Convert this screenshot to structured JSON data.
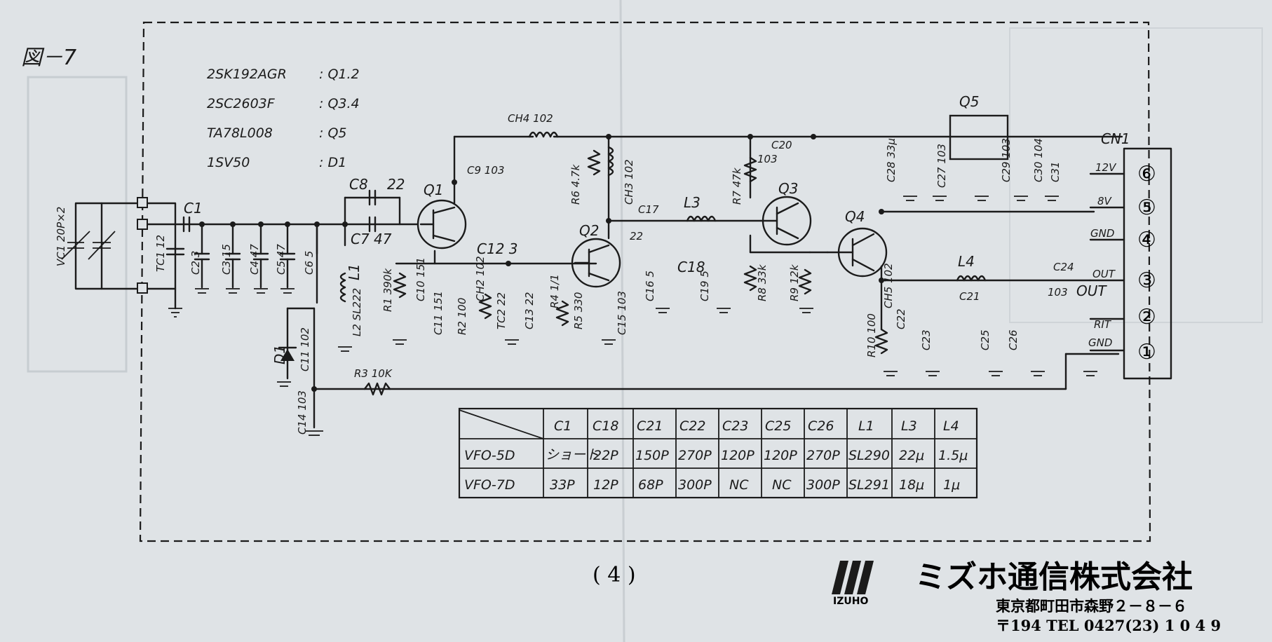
{
  "figure_label": "図－7",
  "page_number": "( 4 )",
  "parts_list": [
    {
      "part": "2SK192AGR",
      "ref": ": Q1.2"
    },
    {
      "part": "2SC2603F",
      "ref": ": Q3.4"
    },
    {
      "part": "TA78L008",
      "ref": ": Q5"
    },
    {
      "part": "1SV50",
      "ref": ": D1"
    }
  ],
  "components": {
    "vc1": "VC1 20P×2",
    "tc1": "TC1 12",
    "c1": "C1",
    "c2": "C2 3",
    "c3": "C3 15",
    "c4": "C4 47",
    "c5": "C5 47",
    "c6": "C6 5",
    "c7": "C7 47",
    "c8": "C8",
    "c8v": "22",
    "l1": "L1",
    "l2": "L2 SL222",
    "d1": "D1",
    "c11b": "C11 102",
    "c14": "C14 103",
    "r1": "R1 390k",
    "r2": "R2 100",
    "r3": "R3 10K",
    "c10": "C10 151",
    "c11": "C11 151",
    "ch2": "CH2 102",
    "c12": "C12 3",
    "tc2": "TC2 22",
    "c13": "C13 22",
    "r4": "R4 1/1",
    "r5": "R5 330",
    "c15": "C15 103",
    "q1": "Q1",
    "q2": "Q2",
    "q3": "Q3",
    "q4": "Q4",
    "q5": "Q5",
    "ch4": "CH4 102",
    "c9": "C9 103",
    "r6": "R6 4.7k",
    "ch3": "CH3 102",
    "c17": "C17",
    "c17v": "22",
    "l3": "L3",
    "c16": "C16 5",
    "c18": "C18",
    "c19": "C19 5",
    "r7": "R7 47k",
    "r8": "R8 33k",
    "r9": "R9 12k",
    "c20": "C20",
    "c20v": "103",
    "r10": "R10 100",
    "ch5": "CH5 102",
    "c22": "C22",
    "c23": "C23",
    "c21": "C21",
    "l4": "L4",
    "c25": "C25",
    "c26": "C26",
    "c24": "C24",
    "c24v": "103",
    "out": "OUT",
    "c28": "C28 33μ",
    "c27": "C27 103",
    "c29": "C29 103",
    "c30": "C30 104",
    "c31": "C31"
  },
  "connector": {
    "name": "CN1",
    "pins": [
      {
        "num": "⑥",
        "label": "12V"
      },
      {
        "num": "⑤",
        "label": "8V"
      },
      {
        "num": "④",
        "label": "GND"
      },
      {
        "num": "③",
        "label": "OUT"
      },
      {
        "num": "②",
        "label": "RIT"
      },
      {
        "num": "①",
        "label": "GND"
      }
    ]
  },
  "table": {
    "headers": [
      "",
      "C1",
      "C18",
      "C21",
      "C22",
      "C23",
      "C25",
      "C26",
      "L1",
      "L3",
      "L4"
    ],
    "rows": [
      [
        "VFO-5D",
        "ショート",
        "22P",
        "150P",
        "270P",
        "120P",
        "120P",
        "270P",
        "SL290",
        "22μ",
        "1.5μ"
      ],
      [
        "VFO-7D",
        "33P",
        "12P",
        "68P",
        "300P",
        "NC",
        "NC",
        "300P",
        "SL291",
        "18μ",
        "1μ"
      ]
    ]
  },
  "footer": {
    "brand_mark": "IZUHO",
    "company": "ミズホ通信株式会社",
    "address": "東京都町田市森野２－８－６",
    "postal_tel": "〒194 TEL 0427(23) 1 0 4 9"
  }
}
